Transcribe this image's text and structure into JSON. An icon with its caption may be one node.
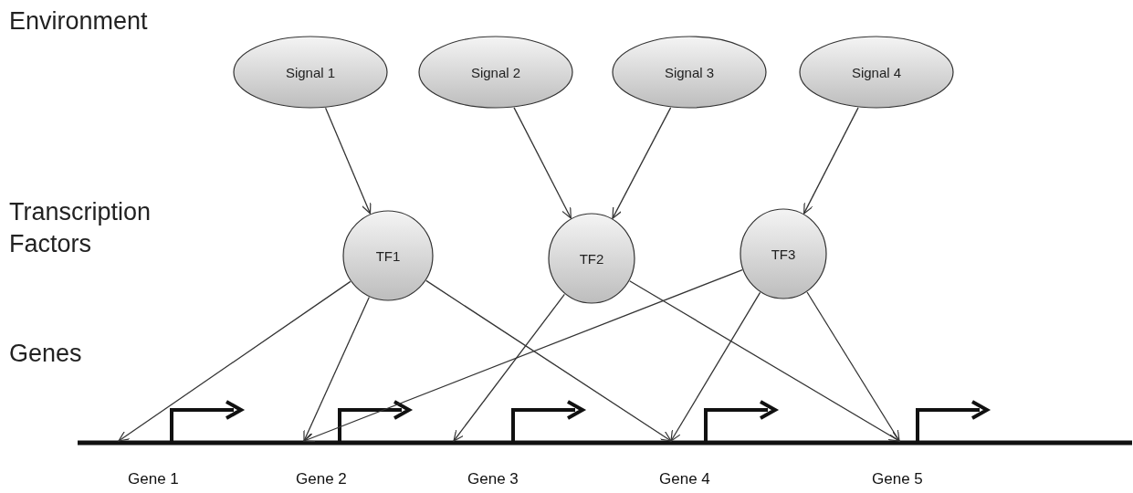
{
  "diagram": {
    "nodes": [
      {
        "text": [
          "Signal 1"
        ]
      },
      {
        "text": [
          "Signal 2"
        ]
      },
      {
        "text": [
          "Signal 3"
        ]
      },
      {
        "text": [
          "Signal 4"
        ]
      },
      {
        "text": [
          "TF1"
        ]
      },
      {
        "text": [
          "TF2"
        ]
      },
      {
        "text": [
          "TF3"
        ]
      },
      {
        "text": [
          "Gene 1"
        ]
      },
      {
        "text": [
          "Gene 2"
        ]
      },
      {
        "text": [
          "Gene 3"
        ]
      },
      {
        "text": [
          "Gene 4"
        ]
      },
      {
        "text": [
          "Gene 5"
        ]
      }
    ],
    "edges": [
      {
        "from": 0,
        "to": 4,
        "arrow": "to"
      },
      {
        "from": 1,
        "to": 5,
        "arrow": "to"
      },
      {
        "from": 2,
        "to": 5,
        "arrow": "to"
      },
      {
        "from": 3,
        "to": 6,
        "arrow": "to"
      },
      {
        "from": 4,
        "to": 7,
        "arrow": "to"
      },
      {
        "from": 4,
        "to": 8,
        "arrow": "to"
      },
      {
        "from": 4,
        "to": 10,
        "arrow": "to"
      },
      {
        "from": 5,
        "to": 9,
        "arrow": "to"
      },
      {
        "from": 5,
        "to": 11,
        "arrow": "to"
      },
      {
        "from": 6,
        "to": 8,
        "arrow": "to"
      },
      {
        "from": 6,
        "to": 10,
        "arrow": "to"
      },
      {
        "from": 6,
        "to": 11,
        "arrow": "to"
      }
    ],
    "labels": [
      "Environment",
      "Transcription Factors",
      "Genes"
    ]
  }
}
